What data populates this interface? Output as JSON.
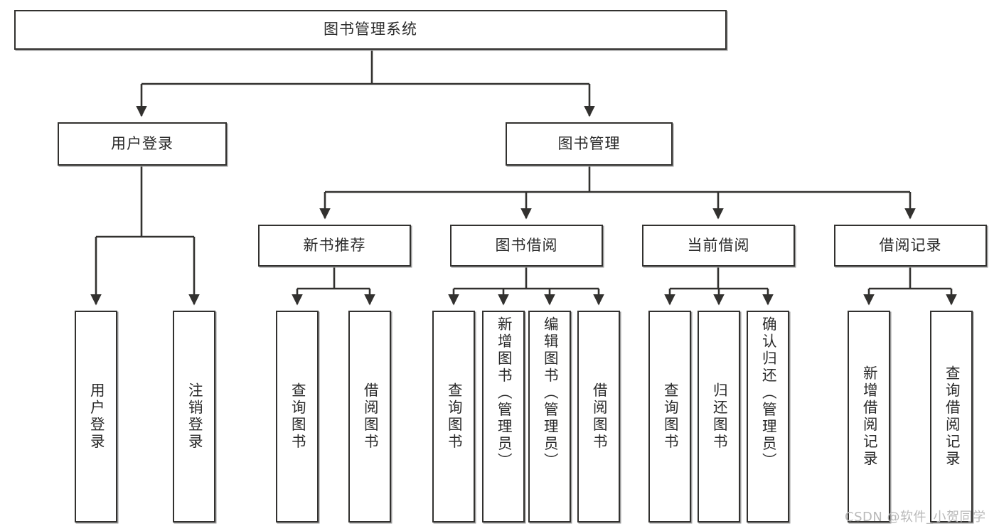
{
  "diagram": {
    "type": "tree",
    "title": "图书管理系统",
    "root": {
      "label": "图书管理系统"
    },
    "level2": [
      {
        "label": "用户登录"
      },
      {
        "label": "图书管理"
      }
    ],
    "level3": [
      {
        "label": "新书推荐"
      },
      {
        "label": "图书借阅"
      },
      {
        "label": "当前借阅"
      },
      {
        "label": "借阅记录"
      }
    ],
    "leaves": {
      "user_login": [
        {
          "label": "用户登录"
        },
        {
          "label": "注销登录"
        }
      ],
      "new_book_recommend": [
        {
          "label": "查询图书"
        },
        {
          "label": "借阅图书"
        }
      ],
      "book_borrow": [
        {
          "label": "查询图书"
        },
        {
          "label": "新增图书（管理员）"
        },
        {
          "label": "编辑图书（管理员）"
        },
        {
          "label": "借阅图书"
        }
      ],
      "current_borrow": [
        {
          "label": "查询图书"
        },
        {
          "label": "归还图书"
        },
        {
          "label": "确认归还（管理员）"
        }
      ],
      "borrow_record": [
        {
          "label": "新增借阅记录"
        },
        {
          "label": "查询借阅记录"
        }
      ]
    }
  },
  "watermark": {
    "text": "CSDN @软件_小贺同学"
  },
  "colors": {
    "border": "#32312f",
    "shadow": "#9a9a9a",
    "text": "#2a2a2a",
    "background": "#ffffff",
    "watermark": "#b9b9b9"
  }
}
